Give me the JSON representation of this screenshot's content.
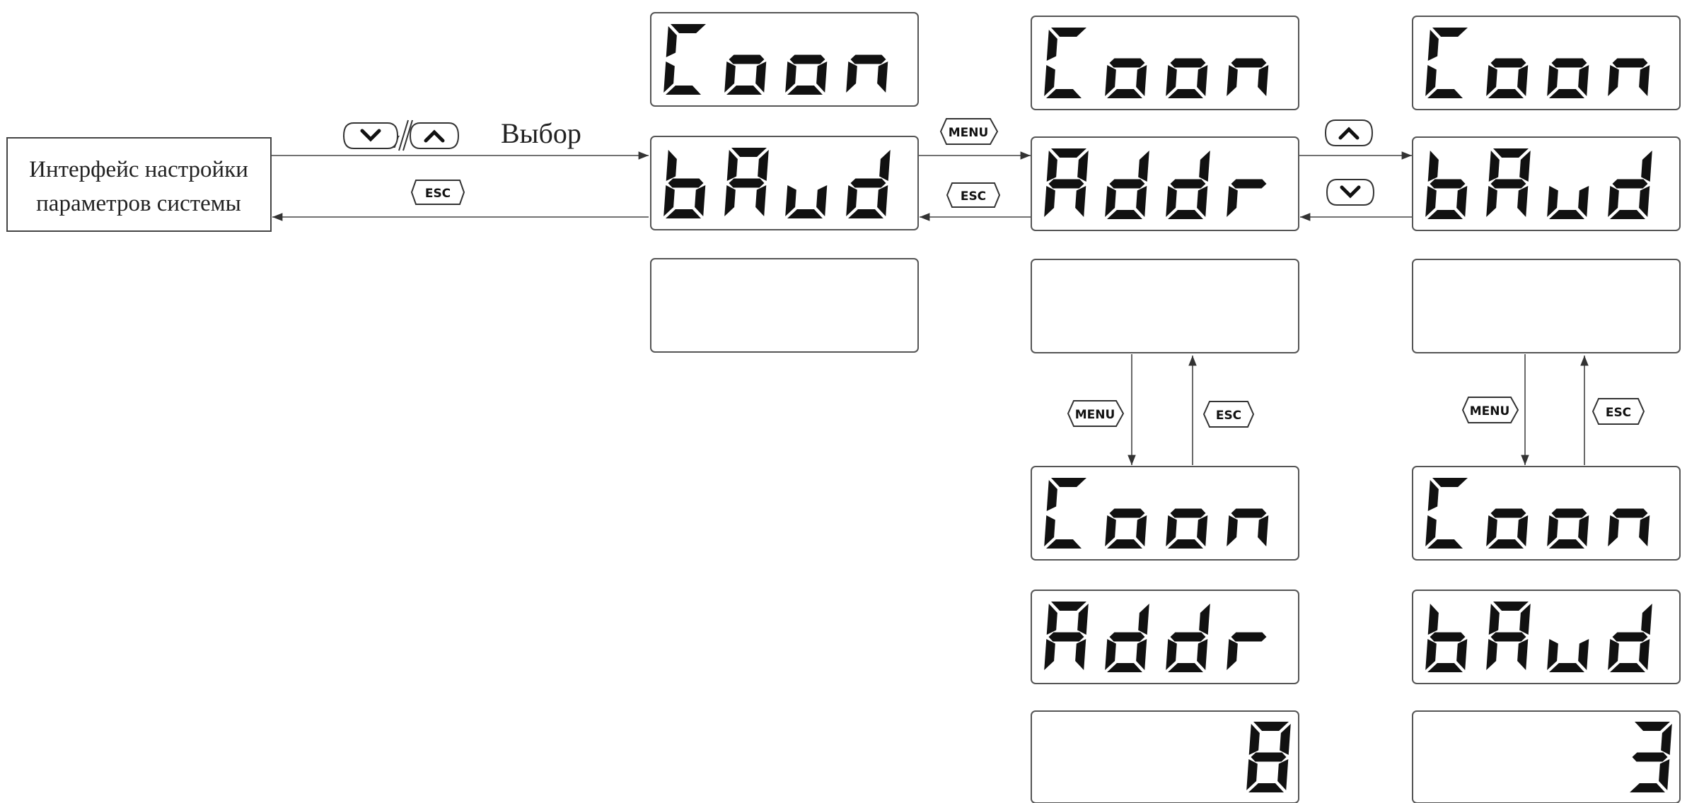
{
  "interface_box": {
    "line1": "Интерфейс настройки",
    "line2": "параметров системы"
  },
  "select_label": "Выбор",
  "buttons": {
    "menu": "MENU",
    "esc": "ESC",
    "down_icon": "chevron-down-icon",
    "up_icon": "chevron-up-icon"
  },
  "lcd_text": {
    "group": "Coon",
    "baud": "bAud",
    "addr": "Addr",
    "addr_value": "8",
    "baud_value": "3"
  }
}
